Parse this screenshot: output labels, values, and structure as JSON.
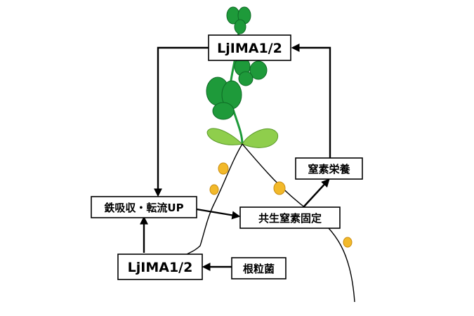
{
  "nodes": {
    "top_ljima": "LjIMA1/2",
    "root_ljima": "LjIMA1/2",
    "iron_uptake": "鉄吸収・転流UP",
    "symbiotic_fixation": "共生窒素固定",
    "nitrogen_nutrition": "窒素栄養",
    "rhizobia": "根粒菌"
  },
  "colors": {
    "leaf_dark": "#1e9a3a",
    "leaf_light": "#8fce4c",
    "stem": "#1e9a3a",
    "nodule": "#f2b92a"
  }
}
